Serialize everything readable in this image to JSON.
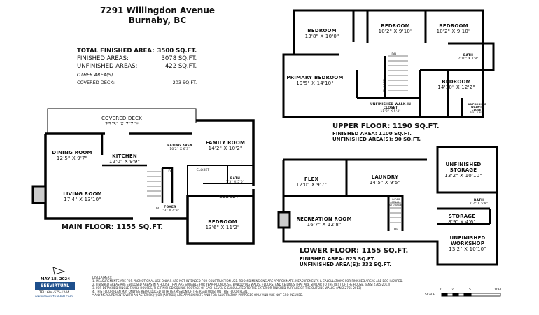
{
  "header": {
    "address": "7291 Willingdon Avenue",
    "city": "Burnaby, BC"
  },
  "areas": {
    "total_label": "TOTAL FINISHED AREA:",
    "total_value": "3500 SQ.FT.",
    "finished_label": "FINISHED AREAS:",
    "finished_value": "3078 SQ.FT.",
    "unfinished_label": "UNFINISHED AREAS:",
    "unfinished_value": "422 SQ.FT.",
    "other_label": "OTHER AREA(S)",
    "deck_label": "COVERED DECK:",
    "deck_value": "203 SQ.FT."
  },
  "main_floor": {
    "label": "MAIN FLOOR: 1155 SQ.FT.",
    "rooms": [
      {
        "name": "COVERED DECK",
        "dims": "25'3\" X 7'7\"*"
      },
      {
        "name": "DINING ROOM",
        "dims": "12'5\" X 9'7\""
      },
      {
        "name": "KITCHEN",
        "dims": "12'0\" X 9'9\""
      },
      {
        "name": "EATING AREA",
        "dims": "10'2\" X 6'3\""
      },
      {
        "name": "FAMILY ROOM",
        "dims": "14'2\" X 10'2\""
      },
      {
        "name": "LIVING ROOM",
        "dims": "17'4\" X 13'10\""
      },
      {
        "name": "FOYER",
        "dims": "7'3\" X 4'9\""
      },
      {
        "name": "BEDROOM",
        "dims": "13'6\" X 11'2\""
      },
      {
        "name": "BATH",
        "dims": "7'3\" X 5'0\""
      }
    ],
    "closet": "CLOSET",
    "closet_small": "CLOSET",
    "up": "UP",
    "dn": "DN"
  },
  "upper_floor": {
    "label": "UPPER FLOOR: 1190 SQ.FT.",
    "finished": "FINISHED AREA: 1100 SQ.FT.",
    "unfinished": "UNFINISHED AREA(S): 90 SQ.FT.",
    "rooms": [
      {
        "name": "BEDROOM",
        "dims": "13'8\" X 10'0\""
      },
      {
        "name": "BEDROOM",
        "dims": "10'2\" X 9'10\""
      },
      {
        "name": "BEDROOM",
        "dims": "10'2\" X 9'10\""
      },
      {
        "name": "PRIMARY BEDROOM",
        "dims": "19'5\" X 14'10\""
      },
      {
        "name": "BATH",
        "dims": "7'10\" X 7'8\""
      },
      {
        "name": "BEDROOM",
        "dims": "14'10\" X 12'2\""
      },
      {
        "name": "UNFINISHED WALK-IN CLOSET",
        "dims": "11'2\" X 5'4\""
      },
      {
        "name": "UNFINISHED WALK-IN CLOSET",
        "dims": "5'5\" X 6'0\""
      }
    ],
    "closet": "CLOSET",
    "dn": "DN"
  },
  "lower_floor": {
    "label": "LOWER FLOOR: 1155 SQ.FT.",
    "finished": "FINISHED AREA: 823 SQ.FT.",
    "unfinished": "UNFINISHED AREA(S): 332 SQ.FT.",
    "rooms": [
      {
        "name": "FLEX",
        "dims": "12'0\" X 9'7\""
      },
      {
        "name": "LAUNDRY",
        "dims": "14'5\" X 9'5\""
      },
      {
        "name": "UNFINISHED STORAGE",
        "dims": "13'2\" X 10'10\""
      },
      {
        "name": "RECREATION ROOM",
        "dims": "16'7\" X 12'8\""
      },
      {
        "name": "STORAGE",
        "dims": "8'9\" X 4'6\""
      },
      {
        "name": "UNFINISHED WORKSHOP",
        "dims": "13'2\" X 10'10\""
      },
      {
        "name": "BATH",
        "dims": "7'7\" X 5'9\""
      }
    ],
    "under_stair": "UNDER STAIR STORAGE",
    "up": "UP"
  },
  "footer": {
    "date": "MAY 18, 2024",
    "logo": "SEEVIRTUAL",
    "tel": "TEL: 604-575-1244",
    "web": "www.seevirtual360.com",
    "disclaimer_title": "DISCLAIMERS:",
    "disclaimers": [
      "1. MEASUREMENTS ARE FOR PROMOTIONAL USE ONLY & ARE NOT INTENDED FOR CONSTRUCTION USE. ROOM DIMENSIONS ARE APPROXIMATE. MEASUREMENTS & CALCULATIONS FOR FINISHED AREAS ARE E&O INSURED.",
      "2. FINISHED AREAS ARE ENCLOSED AREAS IN A HOUSE THAT ARE SUITABLE FOR YEAR-ROUND USE, EMBODYING WALLS, FLOORS, AND CEILINGS THAT ARE SIMILAR TO THE REST OF THE HOUSE. (ANSI Z765-2013)",
      "3. FOR DETACHED SINGLE-FAMILY HOUSES, THE FINISHED SQUARE FOOTAGE OF EACH LEVEL IS CALCULATED TO THE EXTERIOR FINISHED SURFACE OF THE OUTSIDE WALLS. (ANSI Z765-2013)",
      "4. THIS FLOOR PLAN MAY ONLY BE REPRODUCED WITH PERMISSION OF THE REALTOR(S) ON THIS FLOOR PLAN.",
      "* ANY MEASUREMENTS WITH AN ASTERISK (*) OR (APPROX) ARE APPROXIMATE AND FOR ILLUSTRATION PURPOSES ONLY AND ARE NOT E&O INSURED."
    ],
    "scale_label": "SCALE",
    "scale_ticks": [
      "0",
      "2",
      "5",
      "10FT"
    ]
  }
}
